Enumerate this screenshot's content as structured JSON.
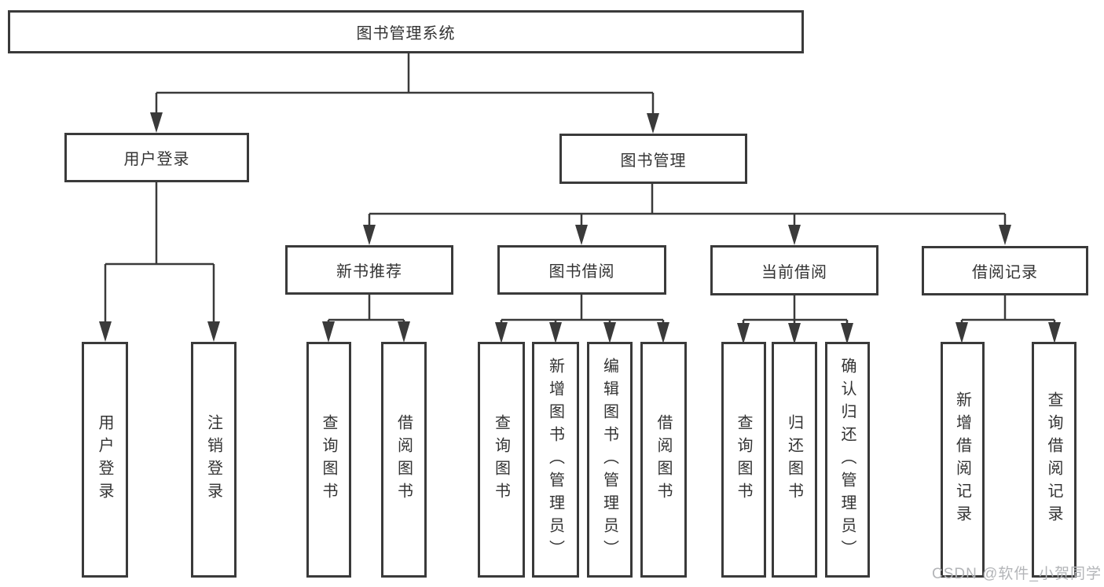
{
  "diagram": {
    "root": "图书管理系统",
    "branches": [
      {
        "label": "用户登录",
        "children": [
          {
            "label": "用户登录"
          },
          {
            "label": "注销登录"
          }
        ]
      },
      {
        "label": "图书管理",
        "children": [
          {
            "label": "新书推荐",
            "children": [
              {
                "label": "查询图书"
              },
              {
                "label": "借阅图书"
              }
            ]
          },
          {
            "label": "图书借阅",
            "children": [
              {
                "label": "查询图书"
              },
              {
                "label": "新增图书（管理员）"
              },
              {
                "label": "编辑图书（管理员）"
              },
              {
                "label": "借阅图书"
              }
            ]
          },
          {
            "label": "当前借阅",
            "children": [
              {
                "label": "查询图书"
              },
              {
                "label": "归还图书"
              },
              {
                "label": "确认归还（管理员）"
              }
            ]
          },
          {
            "label": "借阅记录",
            "children": [
              {
                "label": "新增借阅记录"
              },
              {
                "label": "查询借阅记录"
              }
            ]
          }
        ]
      }
    ]
  },
  "watermark": "CSDN @软件_小贺同学",
  "colors": {
    "line": "#3a3a3a",
    "box_border": "#3a3a3a",
    "text": "#333333",
    "background": "#ffffff",
    "watermark": "#b3b5b8"
  }
}
